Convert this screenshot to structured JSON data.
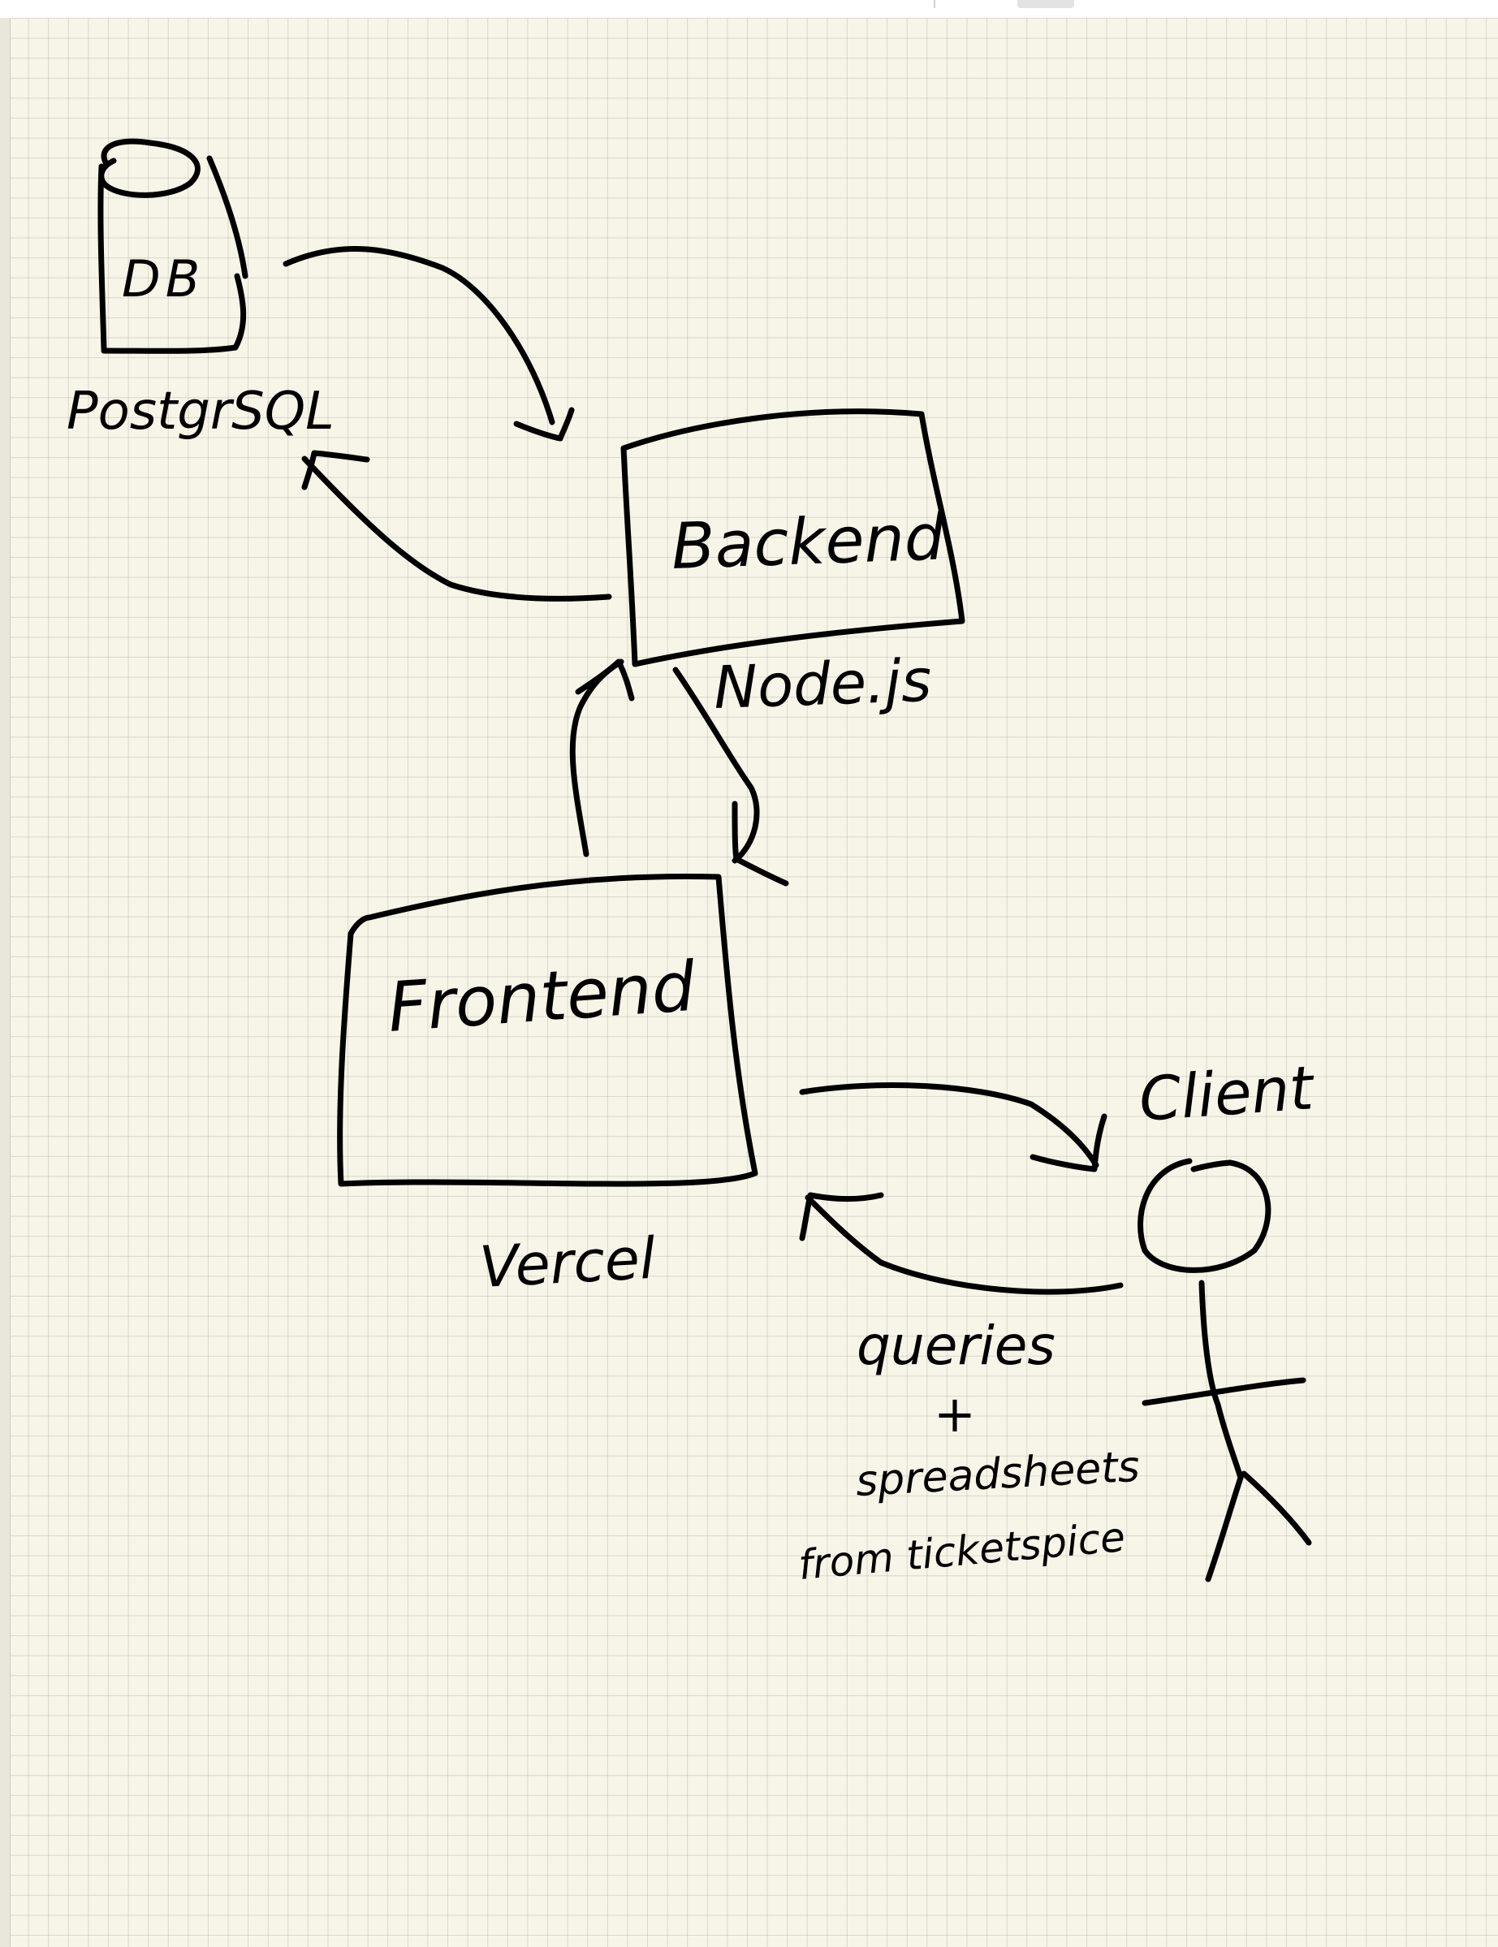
{
  "diagram": {
    "nodes": {
      "db": {
        "label": "DB",
        "caption": "PostgrSQL"
      },
      "backend": {
        "label": "Backend",
        "caption": "Node.js"
      },
      "frontend": {
        "label": "Frontend",
        "caption": "Vercel"
      },
      "client": {
        "label": "Client"
      }
    },
    "note": {
      "line1": "queries",
      "line2": "+",
      "line3": "spreadsheets",
      "line4": "from ticketspice"
    },
    "edges": [
      {
        "from": "db",
        "to": "backend"
      },
      {
        "from": "backend",
        "to": "db"
      },
      {
        "from": "frontend",
        "to": "backend"
      },
      {
        "from": "backend",
        "to": "frontend"
      },
      {
        "from": "frontend",
        "to": "client"
      },
      {
        "from": "client",
        "to": "frontend"
      }
    ]
  }
}
